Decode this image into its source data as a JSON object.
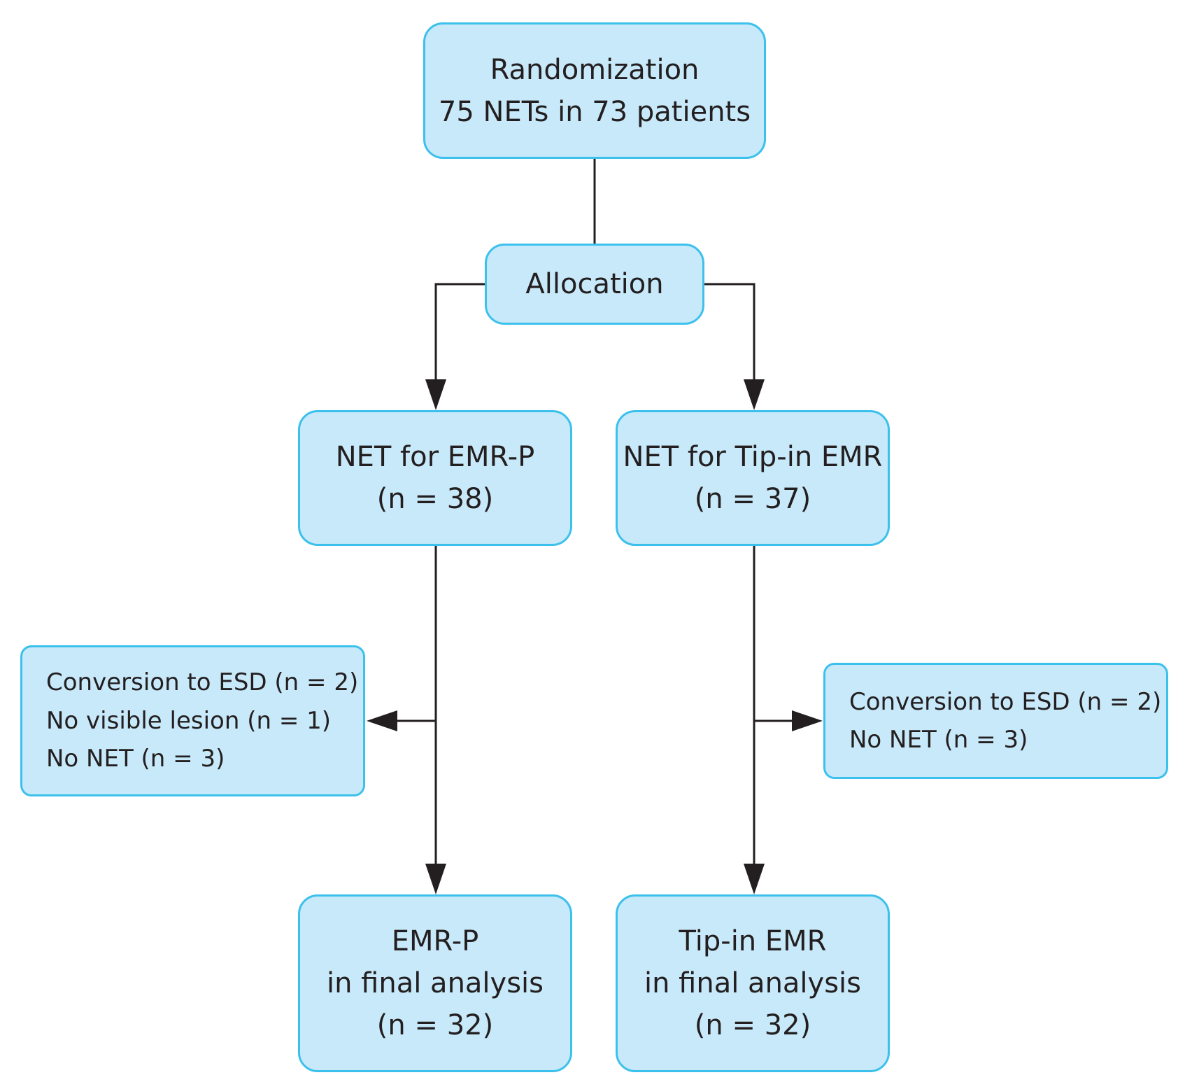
{
  "colors": {
    "box_fill": "#c8e9f9",
    "box_border": "#3cc1ec",
    "line": "#231f20"
  },
  "randomization": {
    "line1": "Randomization",
    "line2": "75 NETs in 73 patients"
  },
  "allocation": {
    "label": "Allocation"
  },
  "arm_emrp": {
    "line1": "NET for EMR-P",
    "line2": "(n = 38)",
    "exclusions": [
      "Conversion to ESD (n = 2)",
      "No visible lesion (n = 1)",
      "No NET (n = 3)"
    ],
    "final": {
      "line1": "EMR-P",
      "line2": "in final analysis",
      "line3": "(n = 32)"
    }
  },
  "arm_tipin": {
    "line1": "NET for Tip-in EMR",
    "line2": "(n = 37)",
    "exclusions": [
      "Conversion to ESD (n = 2)",
      "No NET (n = 3)"
    ],
    "final": {
      "line1": "Tip-in EMR",
      "line2": "in final analysis",
      "line3": "(n = 32)"
    }
  }
}
